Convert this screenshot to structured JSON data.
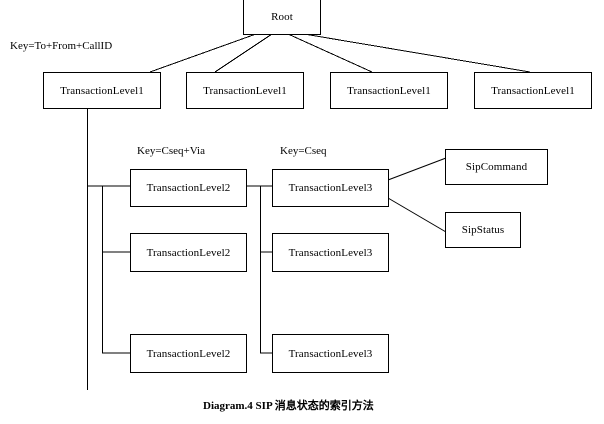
{
  "diagram": {
    "caption": "Diagram.4 SIP 消息状态的索引方法",
    "stroke_color": "#000000",
    "background_color": "#ffffff",
    "nodes": {
      "root": {
        "label": "Root"
      },
      "level1": [
        {
          "label": "TransactionLevel1"
        },
        {
          "label": "TransactionLevel1"
        },
        {
          "label": "TransactionLevel1"
        },
        {
          "label": "TransactionLevel1"
        }
      ],
      "level2": [
        {
          "label": "TransactionLevel2"
        },
        {
          "label": "TransactionLevel2"
        },
        {
          "label": "TransactionLevel2"
        }
      ],
      "level3": [
        {
          "label": "TransactionLevel3"
        },
        {
          "label": "TransactionLevel3"
        },
        {
          "label": "TransactionLevel3"
        }
      ],
      "leaves": [
        {
          "label": "SipCommand"
        },
        {
          "label": "SipStatus"
        }
      ]
    },
    "keys": {
      "level1_key": "Key=To+From+CallID",
      "level2_key": "Key=Cseq+Via",
      "level3_key": "Key=Cseq"
    }
  }
}
